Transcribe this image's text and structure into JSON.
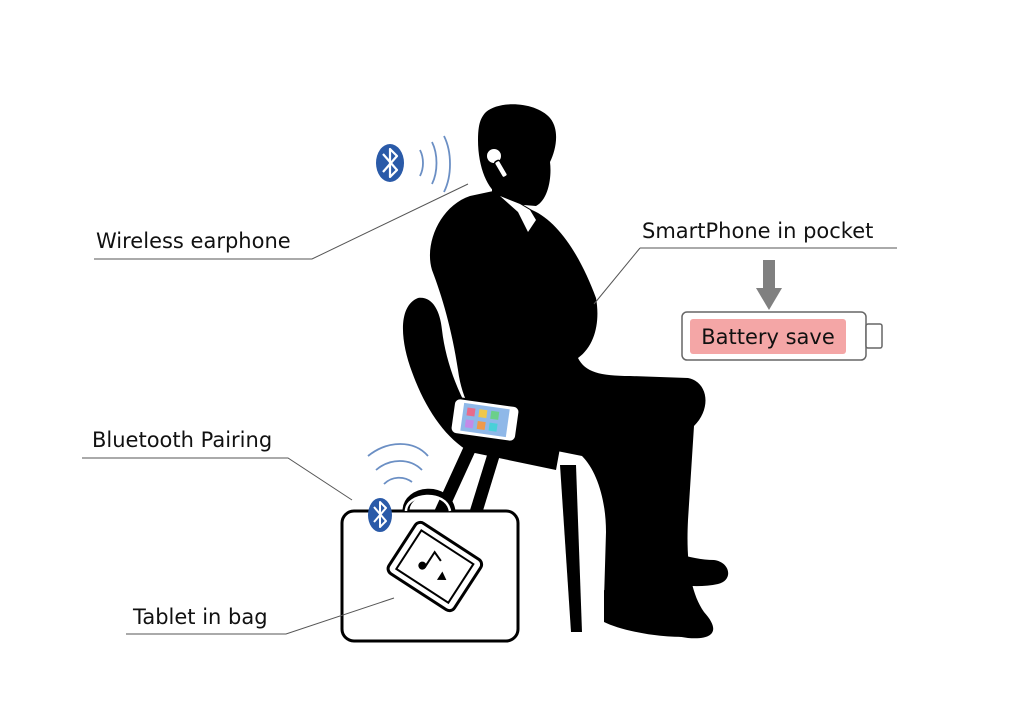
{
  "labels": {
    "wireless_earphone": "Wireless earphone",
    "smartphone_in_pocket": "SmartPhone in pocket",
    "bluetooth_pairing": "Bluetooth Pairing",
    "tablet_in_bag": "Tablet in bag",
    "battery_save": "Battery save"
  },
  "colors": {
    "bluetooth_blue": "#2a5aa8",
    "signal_wave": "#6b8fc4",
    "battery_fill": "#f4a6a6",
    "arrow_gray": "#808080",
    "silhouette": "#000000"
  }
}
